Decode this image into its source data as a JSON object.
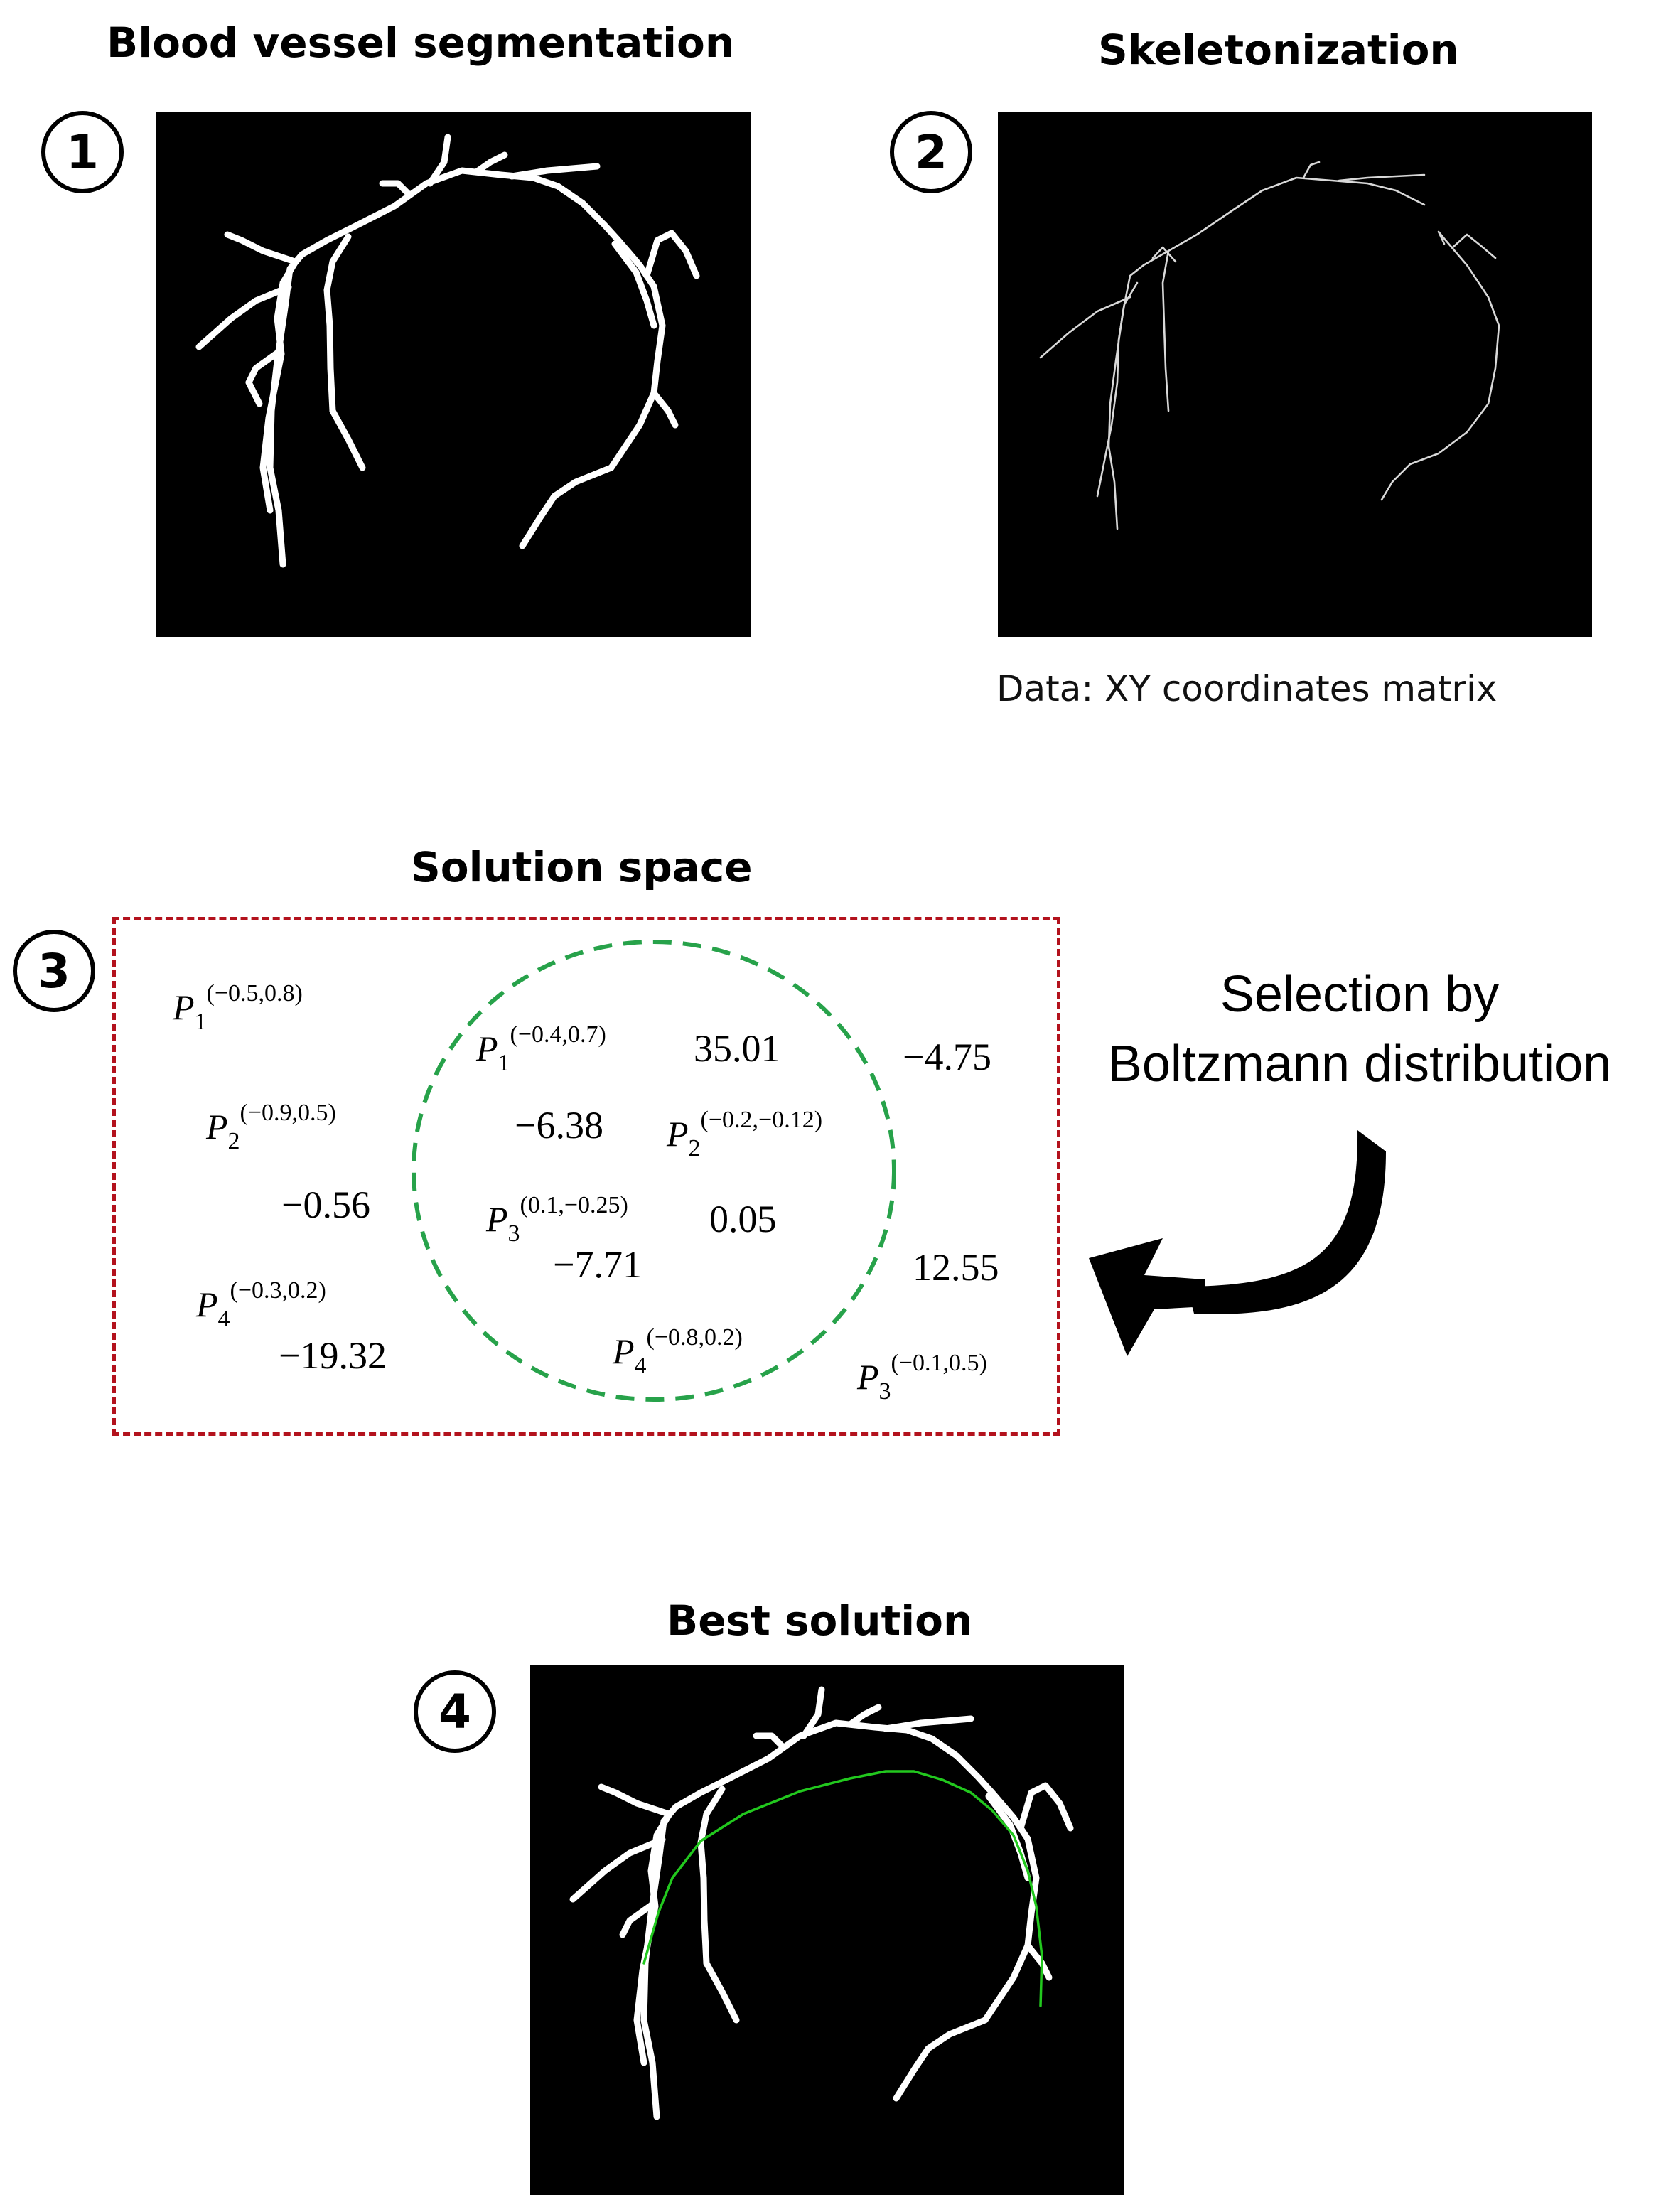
{
  "steps": [
    {
      "number": "1",
      "title": "Blood vessel segmentation"
    },
    {
      "number": "2",
      "title": "Skeletonization",
      "caption": "Data: XY coordinates matrix"
    },
    {
      "number": "3",
      "title": "Solution space"
    },
    {
      "number": "4",
      "title": "Best solution"
    }
  ],
  "selection": {
    "line1": "Selection by",
    "line2": "Boltzmann distribution"
  },
  "solution_space": {
    "outside_values": [
      "−4.75",
      "−0.56",
      "12.55",
      "−19.32"
    ],
    "inside_values": [
      "35.01",
      "−6.38",
      "0.05",
      "−7.71"
    ],
    "outside_points": [
      {
        "label": "P",
        "sub": "1",
        "sup": "(−0.5,0.8)"
      },
      {
        "label": "P",
        "sub": "2",
        "sup": "(−0.9,0.5)"
      },
      {
        "label": "P",
        "sub": "4",
        "sup": "(−0.3,0.2)"
      },
      {
        "label": "P",
        "sub": "3",
        "sup": "(−0.1,0.5)"
      }
    ],
    "inside_points": [
      {
        "label": "P",
        "sub": "1",
        "sup": "(−0.4,0.7)"
      },
      {
        "label": "P",
        "sub": "2",
        "sup": "(−0.2,−0.12)"
      },
      {
        "label": "P",
        "sub": "3",
        "sup": "(0.1,−0.25)"
      },
      {
        "label": "P",
        "sub": "4",
        "sup": "(−0.8,0.2)"
      }
    ]
  },
  "colors": {
    "solution_box_border": "#b3121d",
    "inner_circle": "#27a24a",
    "fit_curve": "#22c81e",
    "vessel": "#ffffff",
    "panel_background": "#000000"
  }
}
